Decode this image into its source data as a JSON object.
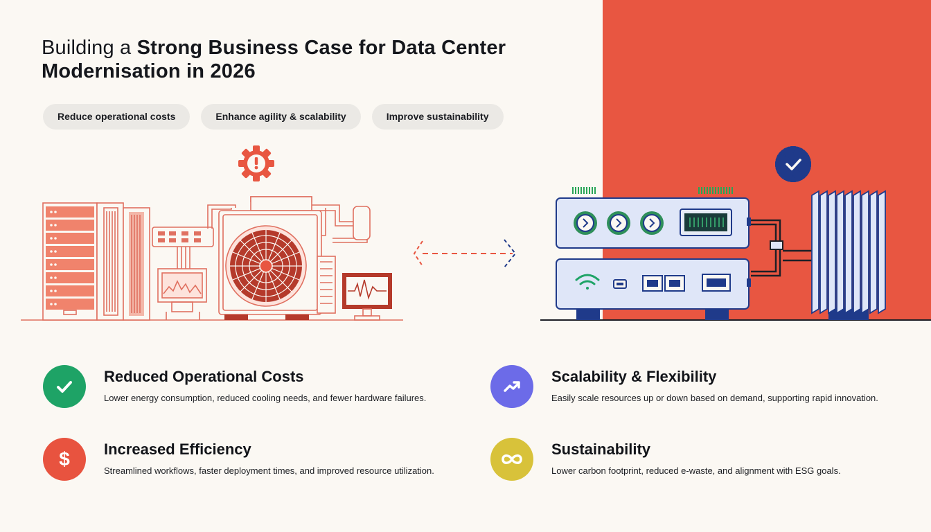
{
  "header": {
    "title_lead": "Building a ",
    "title_strong": "Strong Business Case for Data Center Modernisation in 2026"
  },
  "pills": [
    "Reduce operational costs",
    "Enhance agility & scalability",
    "Improve sustainability"
  ],
  "colors": {
    "accent_red": "#e85641",
    "legacy_stroke": "#e07060",
    "legacy_fill": "#f0836c",
    "modern_navy": "#1f3a8a",
    "modern_panel": "#dfe6f8",
    "green": "#1ea366",
    "purple": "#6c6be8",
    "coral": "#e8533f",
    "mustard": "#d8c23a"
  },
  "illustration": {
    "legacy_status_icon": "warning-gear-icon",
    "modern_status_icon": "check-badge-icon",
    "transition_icon": "bidirectional-arrow-icon"
  },
  "features": [
    {
      "icon": "check-icon",
      "title": "Reduced Operational Costs",
      "description": "Lower energy consumption, reduced cooling needs, and fewer hardware failures."
    },
    {
      "icon": "trend-up-icon",
      "title": "Scalability & Flexibility",
      "description": "Easily scale resources up or down based on demand, supporting rapid innovation."
    },
    {
      "icon": "dollar-icon",
      "title": "Increased Efficiency",
      "description": "Streamlined workflows, faster deployment times, and improved resource utilization."
    },
    {
      "icon": "infinity-icon",
      "title": "Sustainability",
      "description": "Lower carbon footprint, reduced e-waste, and alignment with ESG goals."
    }
  ]
}
